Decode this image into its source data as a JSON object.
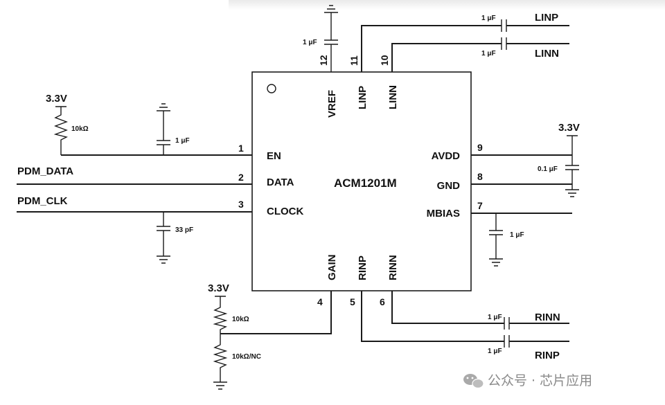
{
  "part_number": "ACM1201M",
  "chip_pins": {
    "en": "EN",
    "data": "DATA",
    "clock": "CLOCK",
    "avdd": "AVDD",
    "gnd": "GND",
    "mbias": "MBIAS",
    "vref": "VREF",
    "linp": "LINP",
    "linn": "LINN",
    "gain": "GAIN",
    "rinp": "RINP",
    "rinn": "RINN"
  },
  "pin_numbers": {
    "p1": "1",
    "p2": "2",
    "p3": "3",
    "p4": "4",
    "p5": "5",
    "p6": "6",
    "p7": "7",
    "p8": "8",
    "p9": "9",
    "p10": "10",
    "p11": "11",
    "p12": "12"
  },
  "nets": {
    "pdm_data": "PDM_DATA",
    "pdm_clk": "PDM_CLK",
    "supply": "3.3V",
    "linp": "LINP",
    "linn": "LINN",
    "rinn": "RINN",
    "rinp": "RINP"
  },
  "components": {
    "en_pullup": "10kΩ",
    "en_cap": "1 μF",
    "clk_cap": "33 pF",
    "vref_cap": "1 μF",
    "linp_cap": "1 μF",
    "linn_cap": "1 μF",
    "avdd_cap": "0.1 μF",
    "mbias_cap": "1 μF",
    "gain_r_top": "10kΩ",
    "gain_r_bottom": "10kΩ/NC",
    "rinn_cap": "1 μF",
    "rinp_cap": "1 μF"
  },
  "watermark": {
    "icon": "wechat-icon",
    "text": "公众号 · 芯片应用"
  }
}
